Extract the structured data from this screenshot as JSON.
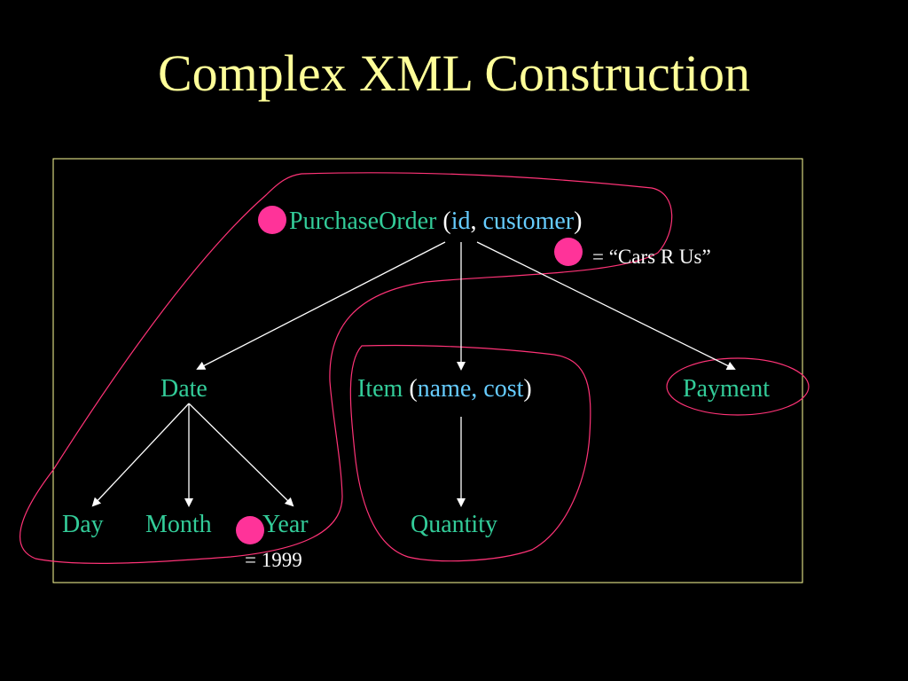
{
  "slide": {
    "title": "Complex XML Construction"
  },
  "colors": {
    "background": "#000000",
    "title": "#ffff99",
    "node_text": "#33cc99",
    "attribute_text": "#66ccff",
    "punctuation": "#ffffff",
    "frame": "#ffff99",
    "outline": "#ff3377",
    "marker": "#ff3399",
    "arrow": "#ffffff"
  },
  "diagram": {
    "root": {
      "name": "PurchaseOrder",
      "open_paren": "(",
      "attr1": "id",
      "comma": ",",
      "attr2": "customer",
      "close_paren": ")"
    },
    "customer_value": "= “Cars R Us”",
    "date": {
      "name": "Date"
    },
    "item": {
      "name": "Item",
      "open_paren": "(",
      "attrs": "name, cost",
      "close_paren": ")"
    },
    "payment": {
      "name": "Payment"
    },
    "day": {
      "name": "Day"
    },
    "month": {
      "name": "Month"
    },
    "year": {
      "name": "Year"
    },
    "year_value": "= 1999",
    "quantity": {
      "name": "Quantity"
    }
  }
}
